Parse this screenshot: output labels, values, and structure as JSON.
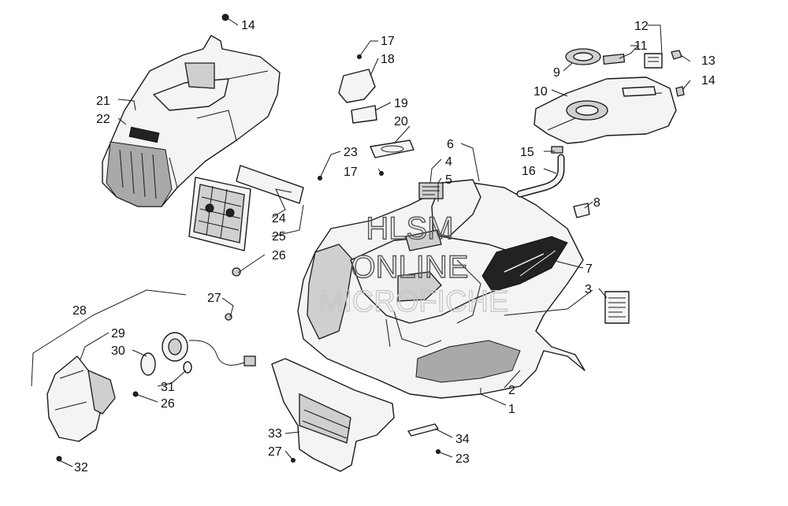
{
  "watermark": {
    "line1": "HLSM",
    "line2": "ONLINE",
    "line3": "MICROFICHE"
  },
  "callouts": [
    {
      "id": "c1",
      "label": "1"
    },
    {
      "id": "c2",
      "label": "2"
    },
    {
      "id": "c3",
      "label": "3"
    },
    {
      "id": "c4",
      "label": "4"
    },
    {
      "id": "c5",
      "label": "5"
    },
    {
      "id": "c6",
      "label": "6"
    },
    {
      "id": "c7",
      "label": "7"
    },
    {
      "id": "c8",
      "label": "8"
    },
    {
      "id": "c9",
      "label": "9"
    },
    {
      "id": "c10",
      "label": "10"
    },
    {
      "id": "c11",
      "label": "11"
    },
    {
      "id": "c12",
      "label": "12"
    },
    {
      "id": "c13",
      "label": "13"
    },
    {
      "id": "c14a",
      "label": "14"
    },
    {
      "id": "c14b",
      "label": "14"
    },
    {
      "id": "c15",
      "label": "15"
    },
    {
      "id": "c16",
      "label": "16"
    },
    {
      "id": "c17a",
      "label": "17"
    },
    {
      "id": "c17b",
      "label": "17"
    },
    {
      "id": "c18",
      "label": "18"
    },
    {
      "id": "c19",
      "label": "19"
    },
    {
      "id": "c20",
      "label": "20"
    },
    {
      "id": "c21",
      "label": "21"
    },
    {
      "id": "c22",
      "label": "22"
    },
    {
      "id": "c23a",
      "label": "23"
    },
    {
      "id": "c23b",
      "label": "23"
    },
    {
      "id": "c24",
      "label": "24"
    },
    {
      "id": "c25",
      "label": "25"
    },
    {
      "id": "c26a",
      "label": "26"
    },
    {
      "id": "c26b",
      "label": "26"
    },
    {
      "id": "c27a",
      "label": "27"
    },
    {
      "id": "c27b",
      "label": "27"
    },
    {
      "id": "c28",
      "label": "28"
    },
    {
      "id": "c29",
      "label": "29"
    },
    {
      "id": "c30",
      "label": "30"
    },
    {
      "id": "c31",
      "label": "31"
    },
    {
      "id": "c32",
      "label": "32"
    },
    {
      "id": "c33",
      "label": "33"
    },
    {
      "id": "c34",
      "label": "34"
    }
  ]
}
